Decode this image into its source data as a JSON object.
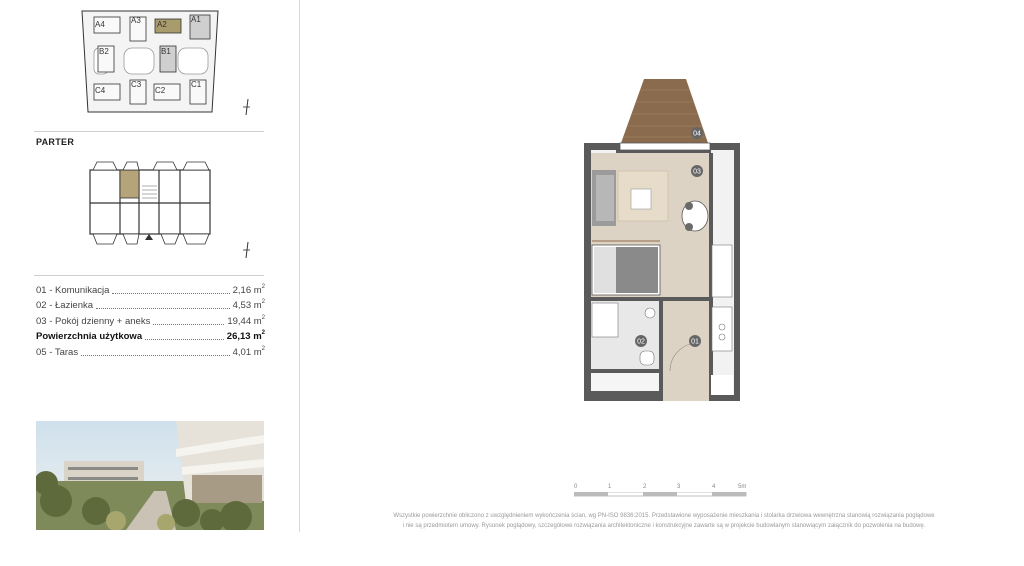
{
  "key_plan": {
    "boxes": [
      "A4",
      "A3",
      "A2",
      "A1",
      "B2",
      "B1",
      "C4",
      "C3",
      "C2",
      "C1"
    ]
  },
  "floor": {
    "title": "PARTER"
  },
  "rooms": [
    {
      "name": "01 - Komunikacja",
      "area": "2,16 m",
      "unit_sup": "2",
      "bold": false
    },
    {
      "name": "02 - Łazienka",
      "area": "4,53 m",
      "unit_sup": "2",
      "bold": false
    },
    {
      "name": "03 - Pokój dzienny + aneks",
      "area": "19,44 m",
      "unit_sup": "2",
      "bold": false
    },
    {
      "name": "Powierzchnia użytkowa",
      "area": "26,13 m",
      "unit_sup": "2",
      "bold": true
    },
    {
      "name": "05 - Taras",
      "area": "4,01 m",
      "unit_sup": "2",
      "bold": false
    }
  ],
  "plan_labels": {
    "r01": "01",
    "r02": "02",
    "r03": "03",
    "r04": "04"
  },
  "scale_bar": {
    "labels": [
      "0",
      "1",
      "2",
      "3",
      "4",
      "5m"
    ]
  },
  "footnote": {
    "line1": "Wszystkie powierzchnie obliczono z uwzględnieniem wykończenia ścian, wg PN-ISO 9836:2015. Przedstawione wyposażenie mieszkania i stolarka drzwiowa wewnętrzna stanowią rozwiązania poglądowe",
    "line2": "i nie są przedmiotem umowy. Rysunek poglądowy, szczegółowe rozwiązania architektoniczne i konstrukcyjne zawarte są w projekcie budowlanym stanowiącym załącznik do pozwolenia na budowę."
  },
  "colors": {
    "highlight_unit": "#b5a37a",
    "selected_box": "#a89b6c",
    "terrace": "#8b6b4e",
    "floor_wood": "#ddd3c4"
  }
}
